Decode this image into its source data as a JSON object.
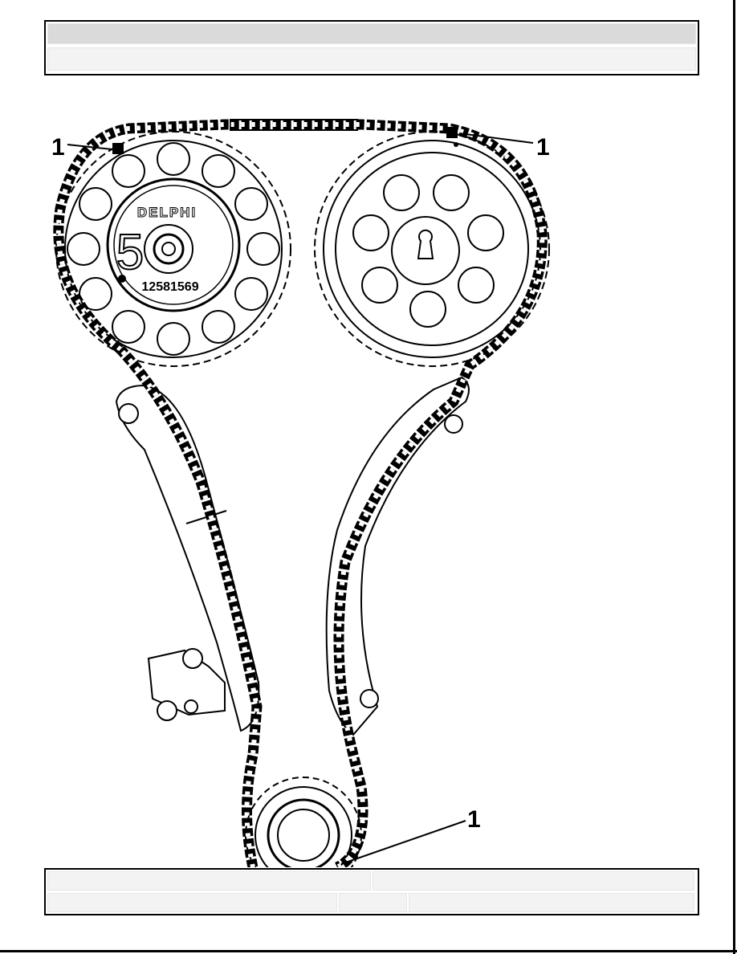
{
  "header": {
    "row1": "",
    "row2": ""
  },
  "figure": {
    "callouts": [
      "1",
      "1",
      "1"
    ],
    "sprocket_brand": "DELPHI",
    "sprocket_number": "5",
    "sprocket_part_number": "12581569"
  },
  "footer": {
    "row1": [
      "",
      ""
    ],
    "row2": [
      "",
      "",
      ""
    ]
  }
}
